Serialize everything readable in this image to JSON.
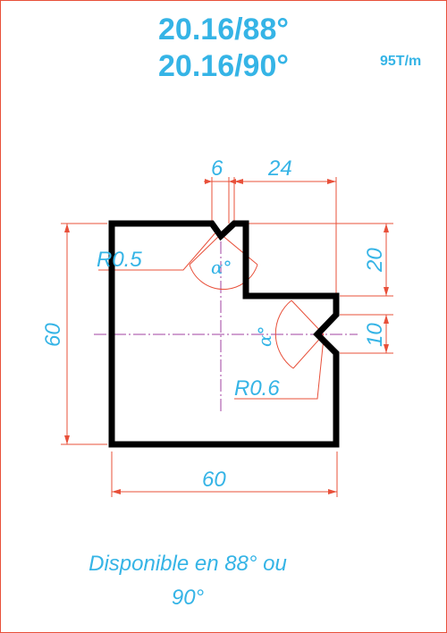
{
  "header": {
    "title_line1": "20.16/88°",
    "title_line2": "20.16/90°",
    "tonnage": "95T/m"
  },
  "dimensions": {
    "top_notch_width": "6",
    "top_offset": "24",
    "step_height": "20",
    "side_notch": "10",
    "total_height": "60",
    "total_width": "60",
    "radius_top": "R0.5",
    "radius_side": "R0.6",
    "angle_top": "α°",
    "angle_side": "α°"
  },
  "footer": {
    "note_line1": "Disponible en 88° ou",
    "note_line2": "90°"
  },
  "colors": {
    "text": "#35b4e6",
    "dimension_lines": "#e8503a",
    "outline": "#000000",
    "centerline": "#a040a0"
  }
}
